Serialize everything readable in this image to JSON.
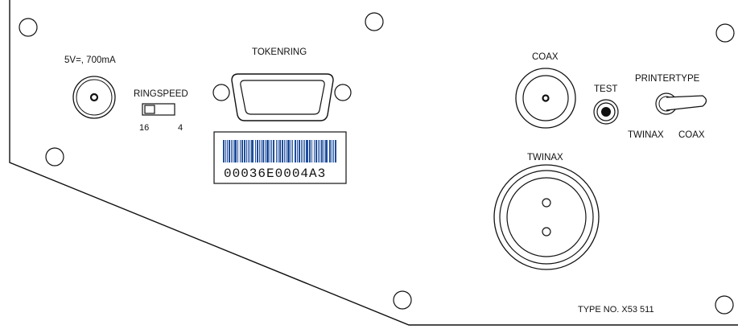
{
  "labels": {
    "power": "5V=, 700mA",
    "ringspeed": "RINGSPEED",
    "ringspeed_16": "16",
    "ringspeed_4": "4",
    "tokenring": "TOKENRING",
    "barcode_text": "00036E0004A3",
    "coax": "COAX",
    "test": "TEST",
    "printertype": "PRINTERTYPE",
    "printertype_twinax": "TWINAX",
    "printertype_coax": "COAX",
    "twinax": "TWINAX",
    "type_no": "TYPE NO. X53 511"
  },
  "colors": {
    "ink": "#111111",
    "barcode": "#1f4e9c",
    "background": "#ffffff"
  },
  "icons": {
    "mounting_holes": "circle-outline",
    "test_button": "filled-circle",
    "printer_toggle": "toggle-switch"
  }
}
